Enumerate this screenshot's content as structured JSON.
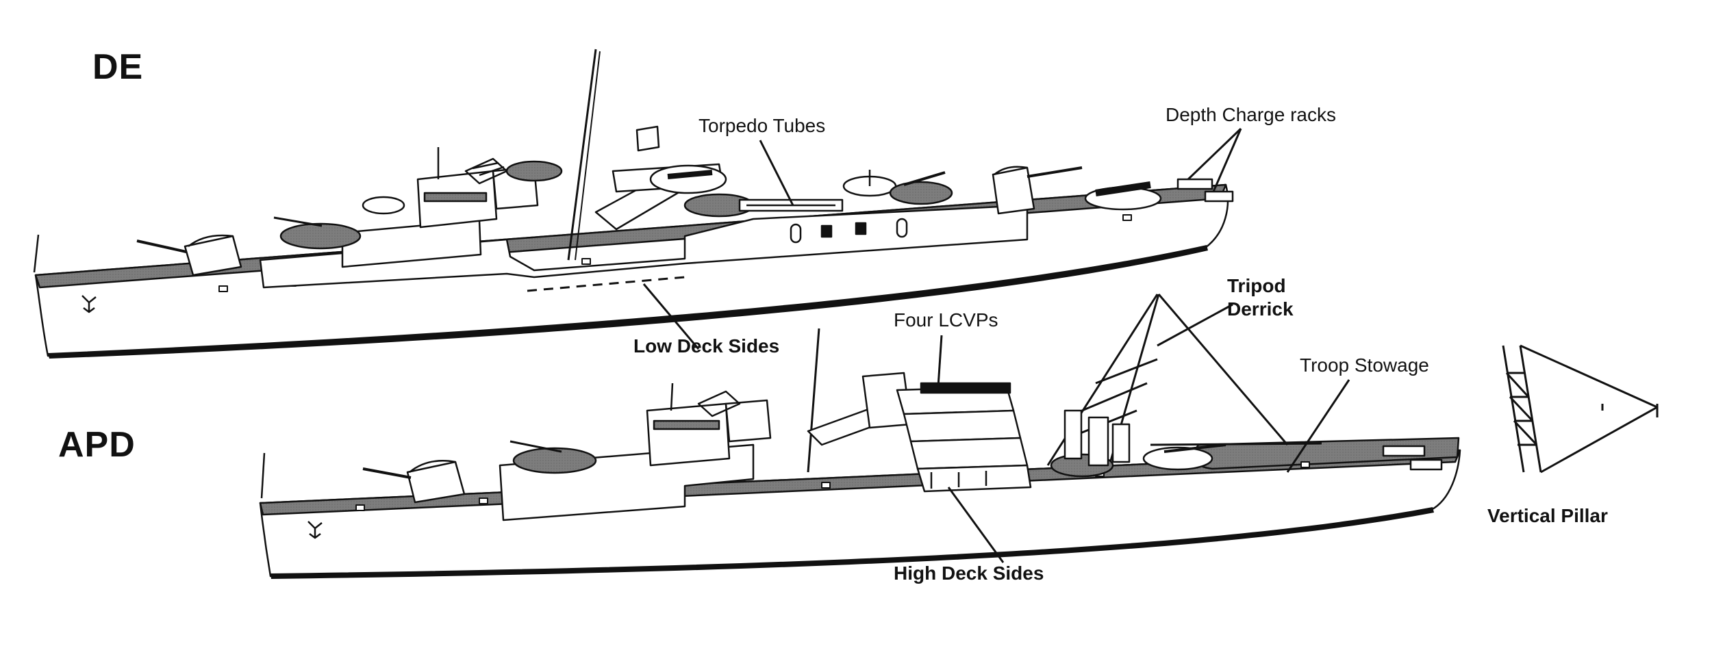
{
  "titles": {
    "de": "DE",
    "apd": "APD"
  },
  "labels": {
    "torpedo_tubes": "Torpedo Tubes",
    "depth_charge_racks": "Depth Charge racks",
    "low_deck_sides": "Low Deck Sides",
    "four_lcvps": "Four LCVPs",
    "tripod_derrick_line1": "Tripod",
    "tripod_derrick_line2": "Derrick",
    "troop_stowage": "Troop Stowage",
    "high_deck_sides": "High Deck Sides",
    "vertical_pillar": "Vertical Pillar"
  },
  "colors": {
    "ink": "#111111",
    "deck": "#7d7d7d",
    "hull": "#ffffff"
  }
}
